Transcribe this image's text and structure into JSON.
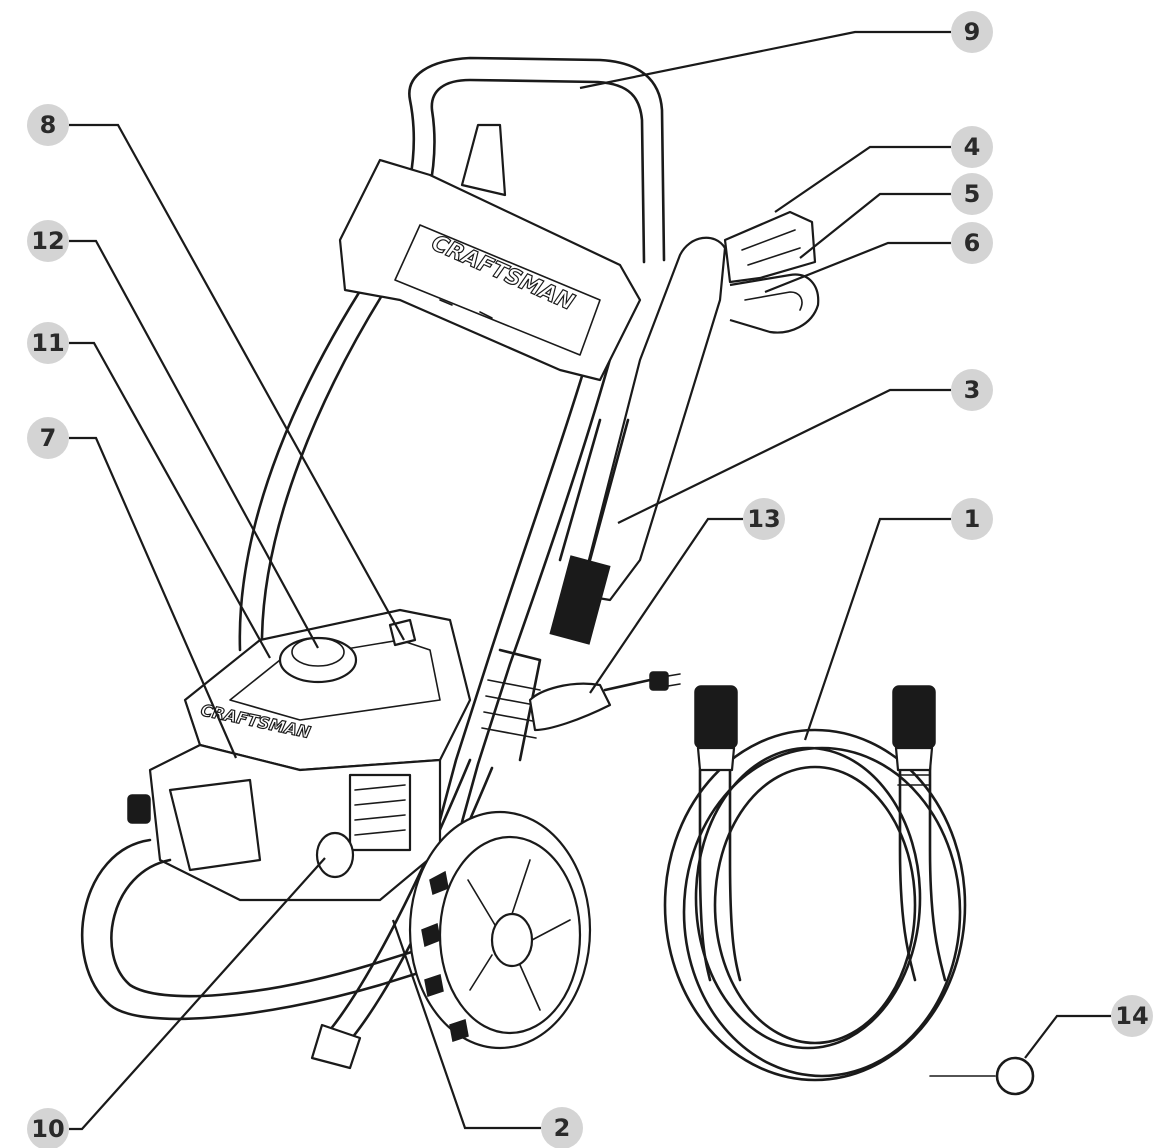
{
  "brand_text": "CRAFTSMAN",
  "callouts": [
    {
      "id": "c1",
      "label": "1"
    },
    {
      "id": "c2",
      "label": "2"
    },
    {
      "id": "c3",
      "label": "3"
    },
    {
      "id": "c4",
      "label": "4"
    },
    {
      "id": "c5",
      "label": "5"
    },
    {
      "id": "c6",
      "label": "6"
    },
    {
      "id": "c7",
      "label": "7"
    },
    {
      "id": "c8",
      "label": "8"
    },
    {
      "id": "c9",
      "label": "9"
    },
    {
      "id": "c10",
      "label": "10"
    },
    {
      "id": "c11",
      "label": "11"
    },
    {
      "id": "c12",
      "label": "12"
    },
    {
      "id": "c13",
      "label": "13"
    },
    {
      "id": "c14",
      "label": "14"
    }
  ],
  "colors": {
    "ink": "#1a1a1a",
    "callout_fill": "#d4d4d4",
    "callout_text": "#2a2a2a",
    "background": "#ffffff"
  }
}
